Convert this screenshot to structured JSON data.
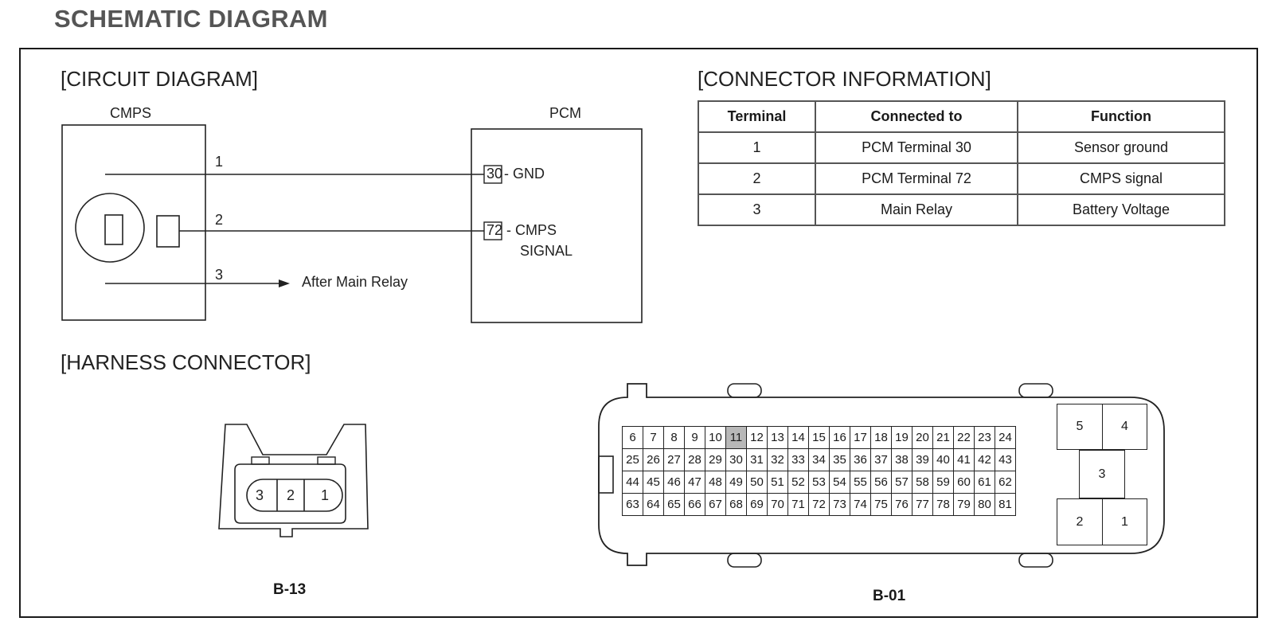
{
  "page_title": "SCHEMATIC DIAGRAM",
  "circuit": {
    "heading": "[CIRCUIT DIAGRAM]",
    "left_box": "CMPS",
    "right_box": "PCM",
    "wires": [
      {
        "num": "1",
        "pin": "30",
        "label": "- GND"
      },
      {
        "num": "2",
        "pin": "72",
        "label": "- CMPS",
        "label2": "SIGNAL"
      },
      {
        "num": "3",
        "label": "After Main Relay"
      }
    ]
  },
  "connector_info": {
    "heading": "[CONNECTOR INFORMATION]",
    "headers": [
      "Terminal",
      "Connected to",
      "Function"
    ],
    "rows": [
      [
        "1",
        "PCM Terminal 30",
        "Sensor ground"
      ],
      [
        "2",
        "PCM Terminal 72",
        "CMPS signal"
      ],
      [
        "3",
        "Main Relay",
        "Battery Voltage"
      ]
    ]
  },
  "harness": {
    "heading": "[HARNESS CONNECTOR]",
    "b13": {
      "label": "B-13",
      "pins": [
        "3",
        "2",
        "1"
      ]
    },
    "b01": {
      "label": "B-01",
      "highlighted_pin": "11",
      "rows": [
        [
          "6",
          "7",
          "8",
          "9",
          "10",
          "11",
          "12",
          "13",
          "14",
          "15",
          "16",
          "17",
          "18",
          "19",
          "20",
          "21",
          "22",
          "23",
          "24"
        ],
        [
          "25",
          "26",
          "27",
          "28",
          "29",
          "30",
          "31",
          "32",
          "33",
          "34",
          "35",
          "36",
          "37",
          "38",
          "39",
          "40",
          "41",
          "42",
          "43"
        ],
        [
          "44",
          "45",
          "46",
          "47",
          "48",
          "49",
          "50",
          "51",
          "52",
          "53",
          "54",
          "55",
          "56",
          "57",
          "58",
          "59",
          "60",
          "61",
          "62"
        ],
        [
          "63",
          "64",
          "65",
          "66",
          "67",
          "68",
          "69",
          "70",
          "71",
          "72",
          "73",
          "74",
          "75",
          "76",
          "77",
          "78",
          "79",
          "80",
          "81"
        ]
      ],
      "side_pins": [
        "5",
        "4",
        "3",
        "2",
        "1"
      ]
    }
  }
}
